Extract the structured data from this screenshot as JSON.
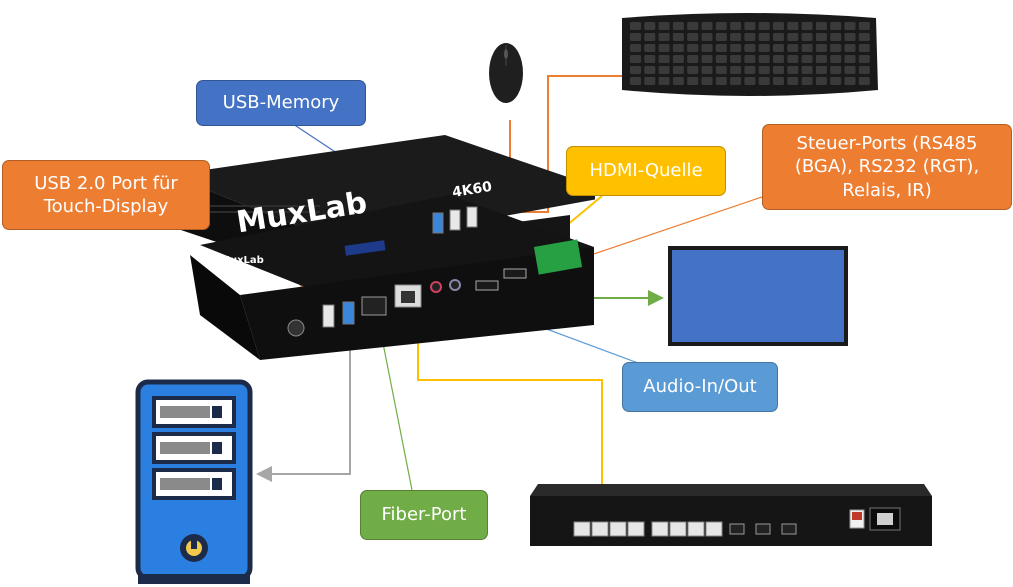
{
  "device": {
    "brand": "MuxLab",
    "model_badge": "4K60"
  },
  "callouts": {
    "usb_memory": "USB-Memory",
    "usb2_touch": "USB 2.0 Port für Touch-Display",
    "hdmi_source": "HDMI-Quelle",
    "control_ports": "Steuer-Ports (RS485 (BGA), RS232 (RGT), Relais, IR)",
    "audio": "Audio-In/Out",
    "fiber": "Fiber-Port"
  },
  "colors": {
    "blue_callout": "#4472c4",
    "light_blue_callout": "#5b9bd5",
    "orange_callout": "#ed7d31",
    "yellow_callout": "#ffc000",
    "green_callout": "#70ad47",
    "monitor_screen": "#4472c4",
    "pc_tower": "#2b7fe0"
  },
  "icons": [
    "mouse-icon",
    "keyboard-icon",
    "monitor-icon",
    "pc-tower-icon",
    "network-switch-icon"
  ]
}
